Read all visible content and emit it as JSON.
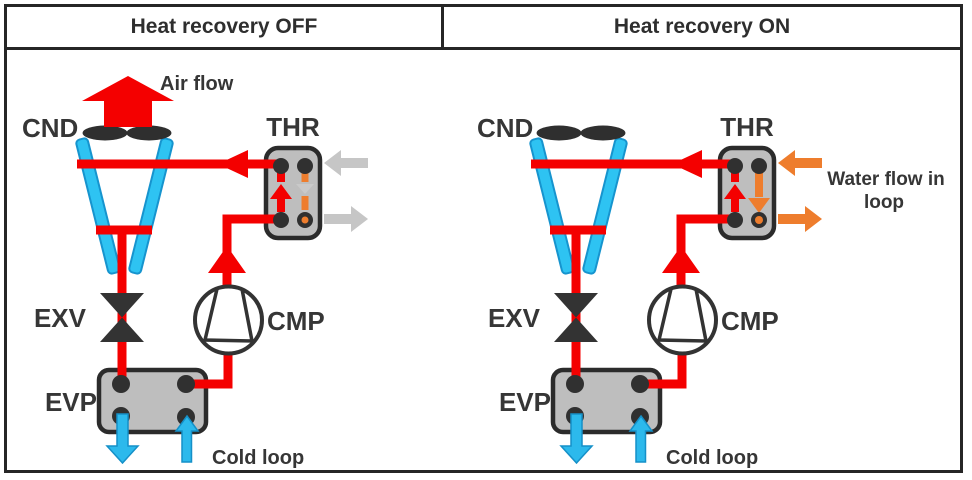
{
  "panels": [
    {
      "id": "heat-recovery-off",
      "title": "Heat recovery OFF",
      "air_flow_label": "Air flow",
      "cold_loop_label": "Cold loop",
      "water_loop_state": "inactive"
    },
    {
      "id": "heat-recovery-on",
      "title": "Heat recovery ON",
      "water_flow_label_line1": "Water flow in",
      "water_flow_label_line2": "loop",
      "cold_loop_label": "Cold loop",
      "water_loop_state": "active"
    }
  ],
  "components": {
    "condenser": "CND",
    "heat_recovery_exchanger": "THR",
    "expansion_valve": "EXV",
    "evaporator": "EVP",
    "compressor": "CMP"
  },
  "colors": {
    "refrigerant_red": "#f40000",
    "water_orange": "#ee7d2d",
    "coil_cyan": "#2ec3f2",
    "cold_loop_blue": "#2cb9ec",
    "inactive_gray": "#c6c6c6",
    "component_gray": "#bebebe",
    "outline_dark": "#2b2b2b"
  }
}
